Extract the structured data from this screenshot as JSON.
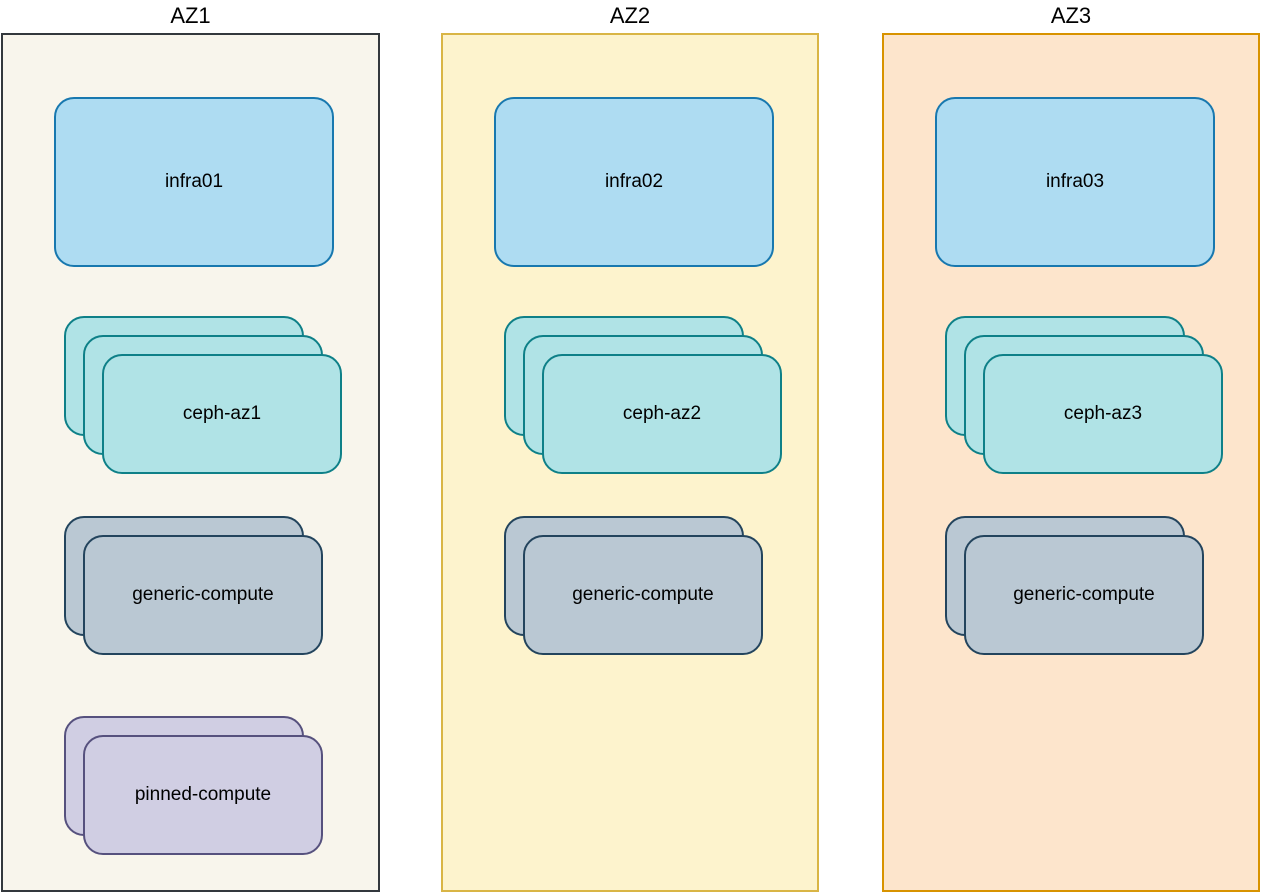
{
  "diagram": {
    "text_color": "#000000",
    "zones": [
      {
        "title": "AZ1",
        "fill": "#f8f5ec",
        "stroke": "#33383d",
        "nodes": [
          {
            "label": "infra01",
            "type": "infra",
            "count": 1
          },
          {
            "label": "ceph-az1",
            "type": "ceph",
            "count": 3
          },
          {
            "label": "generic-compute",
            "type": "generic",
            "count": 2
          },
          {
            "label": "pinned-compute",
            "type": "pinned",
            "count": 2
          }
        ]
      },
      {
        "title": "AZ2",
        "fill": "#fdf3cd",
        "stroke": "#d9b545",
        "nodes": [
          {
            "label": "infra02",
            "type": "infra",
            "count": 1
          },
          {
            "label": "ceph-az2",
            "type": "ceph",
            "count": 3
          },
          {
            "label": "generic-compute",
            "type": "generic",
            "count": 2
          }
        ]
      },
      {
        "title": "AZ3",
        "fill": "#fde5cc",
        "stroke": "#d89300",
        "nodes": [
          {
            "label": "infra03",
            "type": "infra",
            "count": 1
          },
          {
            "label": "ceph-az3",
            "type": "ceph",
            "count": 3
          },
          {
            "label": "generic-compute",
            "type": "generic",
            "count": 2
          }
        ]
      }
    ],
    "node_styles": {
      "infra": {
        "fill": "#aedcf2",
        "stroke": "#1878af"
      },
      "ceph": {
        "fill": "#b0e3e6",
        "stroke": "#0e8088"
      },
      "generic": {
        "fill": "#bac8d3",
        "stroke": "#23445d"
      },
      "pinned": {
        "fill": "#d0cee3",
        "stroke": "#56517e"
      }
    }
  }
}
